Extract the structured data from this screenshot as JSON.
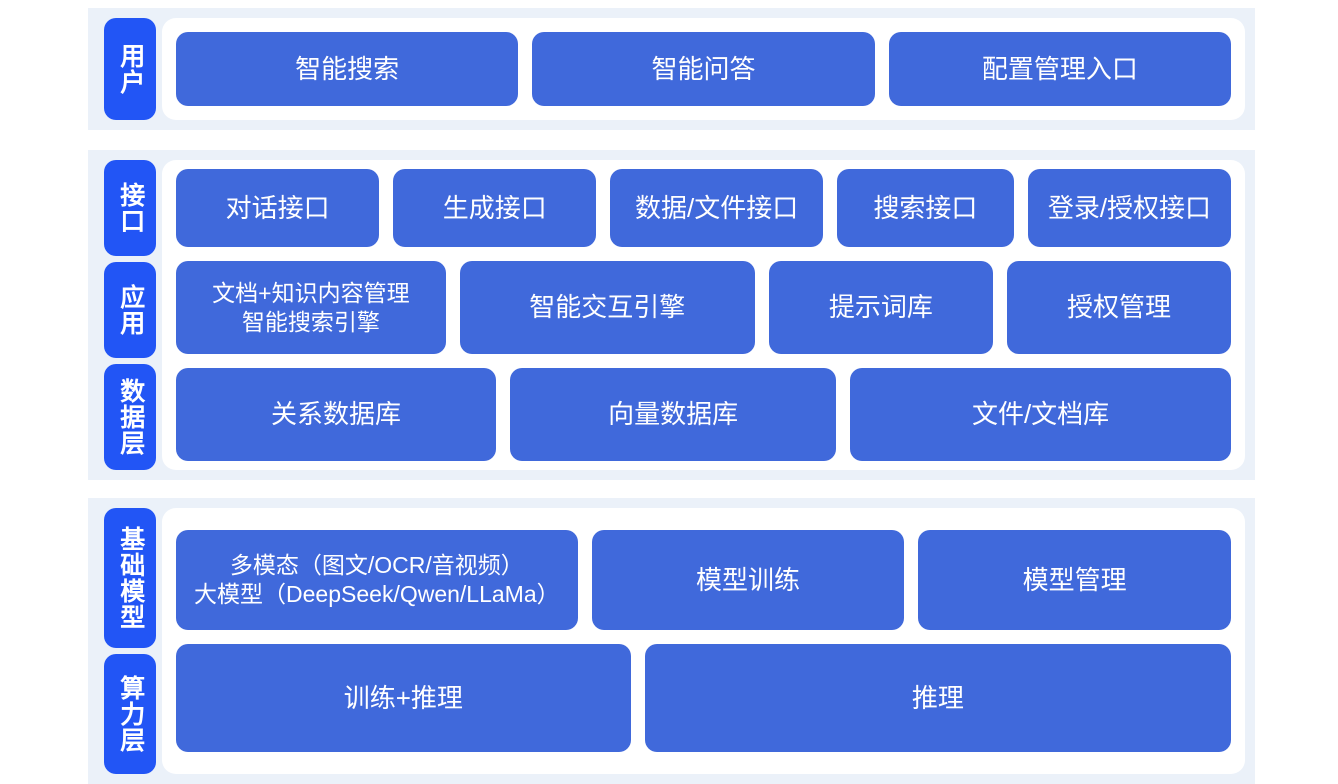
{
  "diagram": {
    "title": "AI Platform Layered Architecture",
    "colors": {
      "band_background": "#ebf1f9",
      "panel_background": "#ffffff",
      "label_blue": "#2255f5",
      "node_blue": "#4069db",
      "node_text": "#ffffff",
      "page_background": "#ffffff"
    }
  },
  "groups": [
    {
      "id": "user",
      "labels": [
        {
          "id": "user",
          "text": "用户"
        }
      ],
      "rows": [
        {
          "id": "user",
          "nodes": [
            {
              "id": "smart-search",
              "label": "智能搜索"
            },
            {
              "id": "smart-qa",
              "label": "智能问答"
            },
            {
              "id": "config-management-entry",
              "label": "配置管理入口"
            }
          ]
        }
      ]
    },
    {
      "id": "platform",
      "labels": [
        {
          "id": "interface",
          "text": "接口"
        },
        {
          "id": "application",
          "text": "应用"
        },
        {
          "id": "data",
          "text": "数据层"
        }
      ],
      "rows": [
        {
          "id": "interface",
          "nodes": [
            {
              "id": "dialog-api",
              "label": "对话接口"
            },
            {
              "id": "generate-api",
              "label": "生成接口"
            },
            {
              "id": "data-file-api",
              "label": "数据/文件接口"
            },
            {
              "id": "search-api",
              "label": "搜索接口"
            },
            {
              "id": "auth-api",
              "label": "登录/授权接口"
            }
          ]
        },
        {
          "id": "application",
          "nodes": [
            {
              "id": "doc-knowledge",
              "label": "文档+知识内容管理\n智能搜索引擎"
            },
            {
              "id": "interaction-engine",
              "label": "智能交互引擎"
            },
            {
              "id": "prompt-library",
              "label": "提示词库"
            },
            {
              "id": "authorization",
              "label": "授权管理"
            }
          ]
        },
        {
          "id": "data",
          "nodes": [
            {
              "id": "relational-db",
              "label": "关系数据库"
            },
            {
              "id": "vector-db",
              "label": "向量数据库"
            },
            {
              "id": "file-doc-store",
              "label": "文件/文档库"
            }
          ]
        }
      ]
    },
    {
      "id": "infra",
      "labels": [
        {
          "id": "foundation",
          "text": "基础模型"
        },
        {
          "id": "compute",
          "text": "算力层"
        }
      ],
      "rows": [
        {
          "id": "foundation",
          "nodes": [
            {
              "id": "multimodal",
              "label": "多模态（图文/OCR/音视频）\n大模型（DeepSeek/Qwen/LLaMa）"
            },
            {
              "id": "model-training",
              "label": "模型训练"
            },
            {
              "id": "model-mgmt",
              "label": "模型管理"
            }
          ]
        },
        {
          "id": "compute",
          "nodes": [
            {
              "id": "train-infer",
              "label": "训练+推理"
            },
            {
              "id": "infer",
              "label": "推理"
            }
          ]
        }
      ]
    }
  ]
}
